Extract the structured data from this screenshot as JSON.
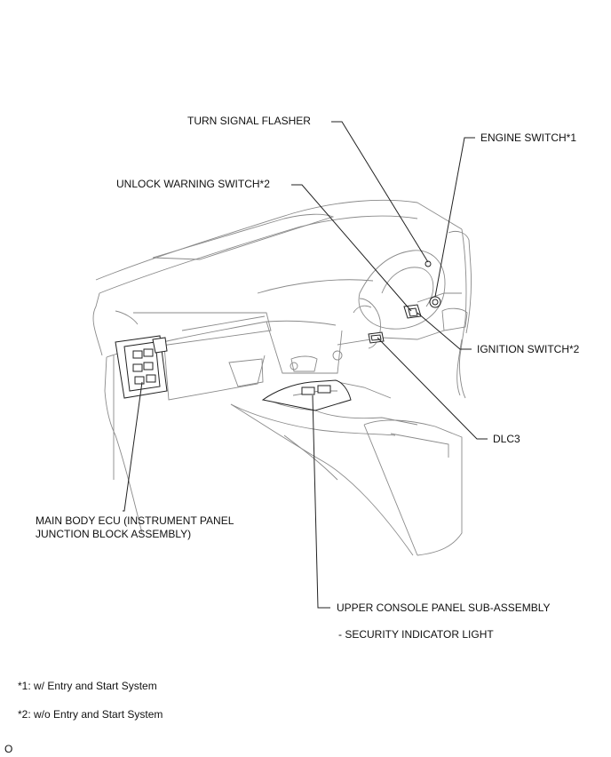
{
  "labels": {
    "turn_signal_flasher": "TURN SIGNAL FLASHER",
    "engine_switch": "ENGINE SWITCH*1",
    "unlock_warning_switch": "UNLOCK WARNING SWITCH*2",
    "ignition_switch": "IGNITION SWITCH*2",
    "dlc3": "DLC3",
    "main_body_ecu_line1": "MAIN BODY ECU (INSTRUMENT PANEL",
    "main_body_ecu_line2": "JUNCTION BLOCK ASSEMBLY)",
    "upper_console_panel": "UPPER CONSOLE PANEL SUB-ASSEMBLY",
    "security_indicator": "- SECURITY INDICATOR LIGHT"
  },
  "footnotes": {
    "note1": "*1: w/ Entry and Start System",
    "note2": "*2: w/o Entry and Start System"
  },
  "corner_mark": "O"
}
